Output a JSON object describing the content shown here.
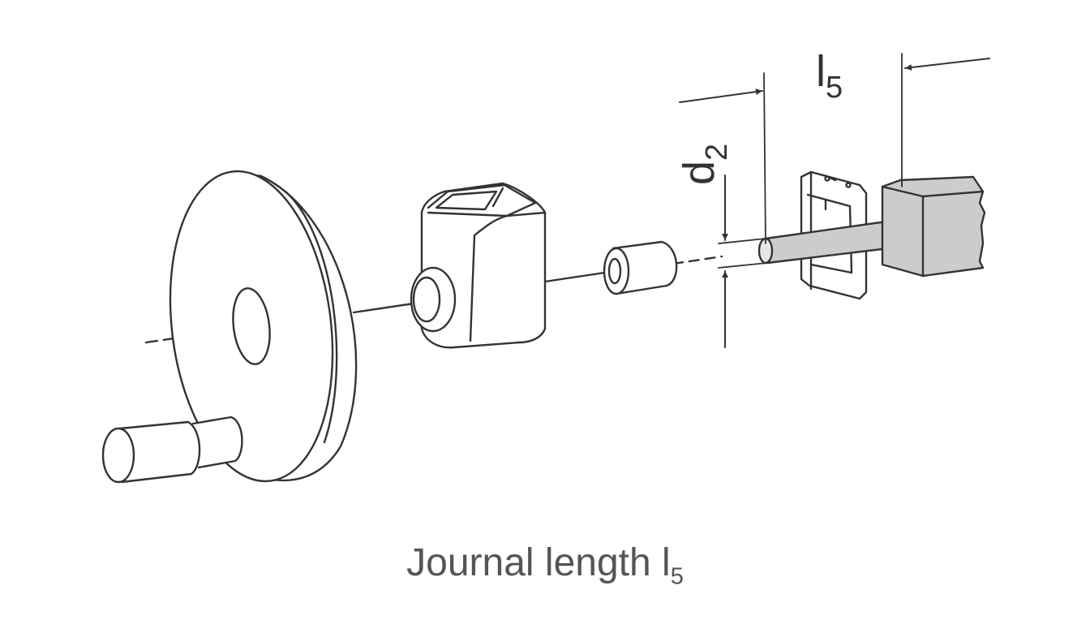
{
  "diagram": {
    "label_l": "l",
    "label_l_sub": "5",
    "label_d": "d",
    "label_d_sub": "2"
  },
  "caption": {
    "text": "Journal length l",
    "sub": "5"
  },
  "colors": {
    "line": "#333333",
    "shaft": "#cccccc",
    "caption": "#555555"
  }
}
